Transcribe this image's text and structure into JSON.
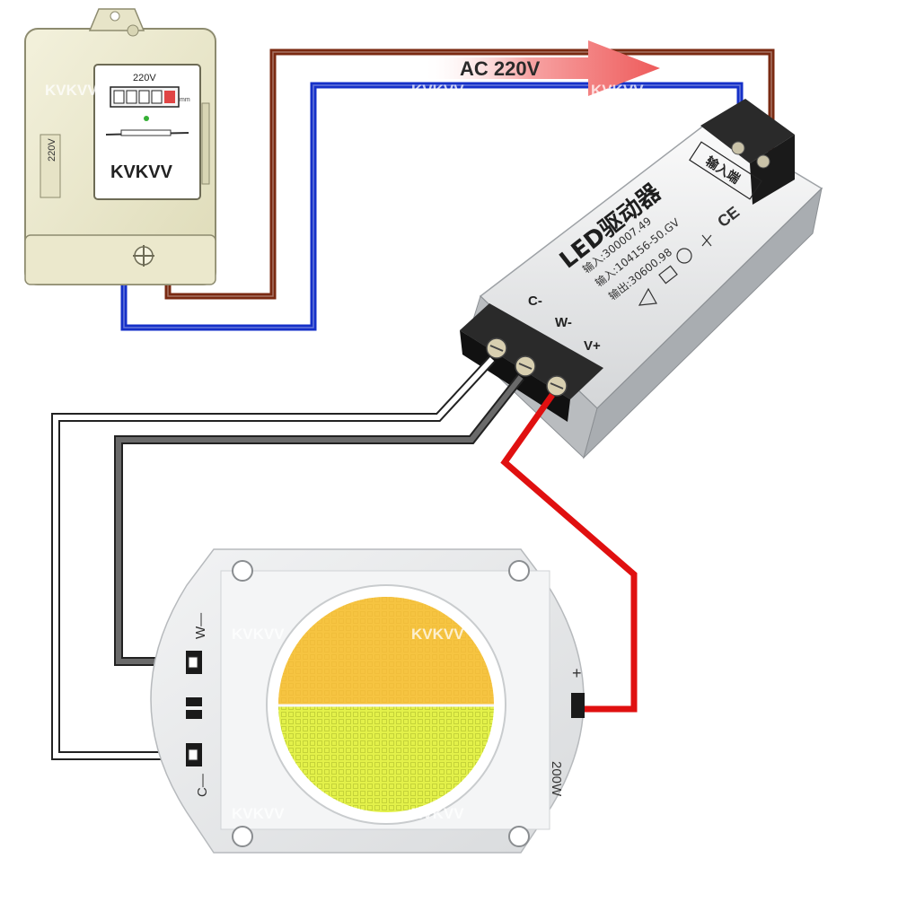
{
  "arrow_label": "AC 220V",
  "meter": {
    "brand": "KVKVV",
    "voltage_top": "220V",
    "voltage_side": "220V",
    "unit": "mm"
  },
  "driver": {
    "title": "LED驱动器",
    "input_label": "输入端",
    "spec_line_1": "输入:300007.49",
    "spec_line_2": "输入:104156-50.GV",
    "spec_line_3": "输出:30600.98",
    "ce_mark": "CE",
    "terminal_c": "C-",
    "terminal_w": "W-",
    "terminal_v": "V+"
  },
  "chip": {
    "label_w": "W—",
    "label_c": "C—",
    "label_plus": "+",
    "wattage": "200W"
  },
  "watermark": "KVKVV",
  "colors": {
    "live_wire": "#7a2a12",
    "neutral_wire": "#1530c8",
    "positive_wire": "#e01010",
    "w_wire": "#6a6a6a",
    "c_wire": "#ffffff",
    "warm_led": "#f6c441",
    "cool_led": "#e3f14a",
    "arrow": "#f07070"
  }
}
